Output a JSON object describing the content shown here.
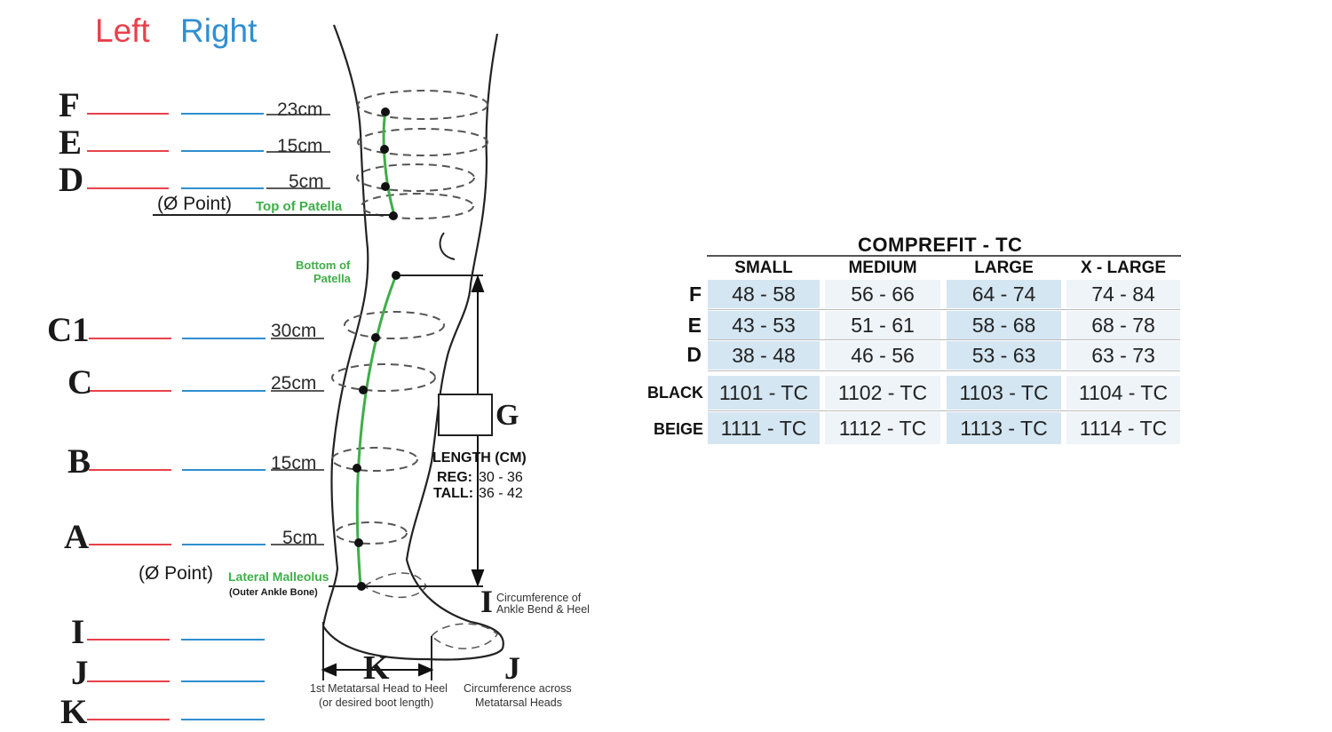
{
  "diagram": {
    "legend": {
      "left": "Left",
      "right": "Right"
    },
    "left_color": "#e8414b",
    "right_color": "#2f8fd0",
    "points": [
      {
        "label": "F",
        "measure": "23cm"
      },
      {
        "label": "E",
        "measure": "15cm"
      },
      {
        "label": "D",
        "measure": "5cm"
      },
      {
        "label": "C1",
        "measure": "30cm"
      },
      {
        "label": "C",
        "measure": "25cm"
      },
      {
        "label": "B",
        "measure": "15cm"
      },
      {
        "label": "A",
        "measure": "5cm"
      },
      {
        "label": "I",
        "measure": ""
      },
      {
        "label": "J",
        "measure": ""
      },
      {
        "label": "K",
        "measure": ""
      }
    ],
    "zero_point_top": {
      "label": "(Ø Point)",
      "desc": "Top of Patella"
    },
    "bottom_patella": {
      "line1": "Bottom of",
      "line2": "Patella"
    },
    "zero_point_ankle": {
      "label": "(Ø Point)",
      "desc": "Lateral Malleolus",
      "sub": "(Outer Ankle Bone)"
    },
    "g_label": "G",
    "length": {
      "title": "LENGTH (CM)",
      "reg_label": "REG:",
      "reg_value": "30 - 36",
      "tall_label": "TALL:",
      "tall_value": "36 - 42"
    },
    "i_note": {
      "letter": "I",
      "line1": "Circumference of",
      "line2": "Ankle Bend & Heel"
    },
    "j_note": {
      "letter": "J",
      "line1": "Circumference across",
      "line2": "Metatarsal Heads"
    },
    "k_note": {
      "letter": "K",
      "line1": "1st Metatarsal Head to Heel",
      "line2": "(or desired boot length)"
    }
  },
  "table": {
    "title": "COMPREFIT - TC",
    "columns": [
      "SMALL",
      "MEDIUM",
      "LARGE",
      "X - LARGE"
    ],
    "rows": [
      {
        "label": "F",
        "cells": [
          "48 - 58",
          "56 - 66",
          "64 - 74",
          "74 - 84"
        ]
      },
      {
        "label": "E",
        "cells": [
          "43 - 53",
          "51 - 61",
          "58 - 68",
          "68 - 78"
        ]
      },
      {
        "label": "D",
        "cells": [
          "38 - 48",
          "46 - 56",
          "53 - 63",
          "63 - 73"
        ]
      },
      {
        "label": "BLACK",
        "cells": [
          "1101 - TC",
          "1102 - TC",
          "1103 - TC",
          "1104 - TC"
        ]
      },
      {
        "label": "BEIGE",
        "cells": [
          "1111 - TC",
          "1112 - TC",
          "1113 - TC",
          "1114 - TC"
        ]
      }
    ]
  }
}
